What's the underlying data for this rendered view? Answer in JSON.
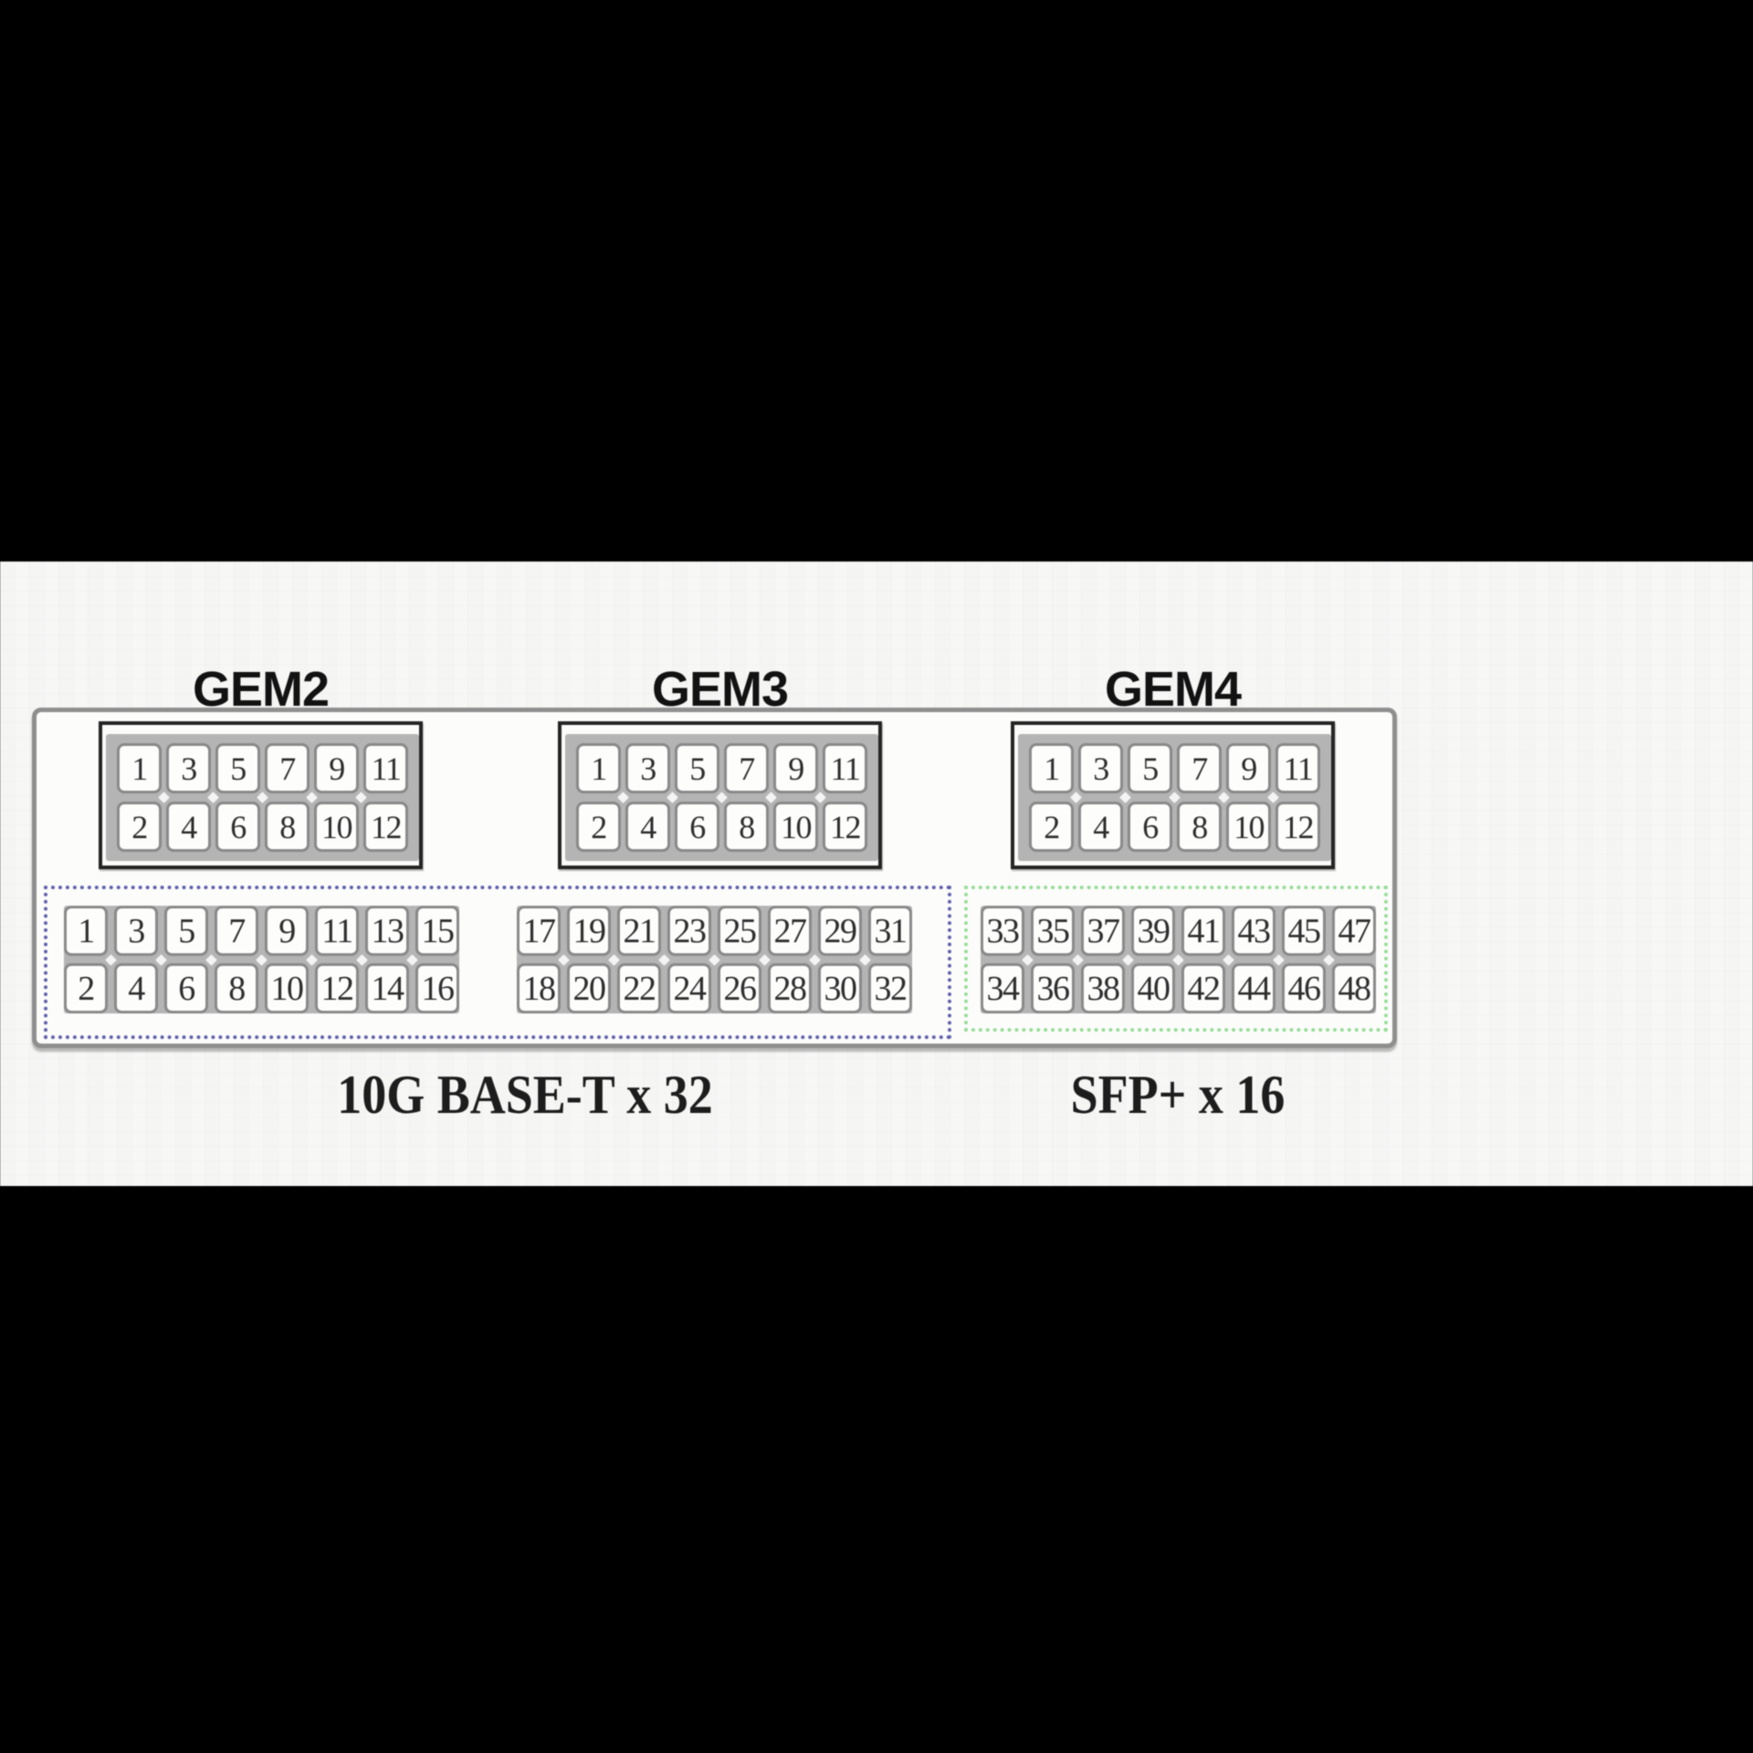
{
  "diagram": {
    "modules": [
      {
        "label": "GEM2",
        "top": [
          "1",
          "3",
          "5",
          "7",
          "9",
          "11"
        ],
        "bottom": [
          "2",
          "4",
          "6",
          "8",
          "10",
          "12"
        ]
      },
      {
        "label": "GEM3",
        "top": [
          "1",
          "3",
          "5",
          "7",
          "9",
          "11"
        ],
        "bottom": [
          "2",
          "4",
          "6",
          "8",
          "10",
          "12"
        ]
      },
      {
        "label": "GEM4",
        "top": [
          "1",
          "3",
          "5",
          "7",
          "9",
          "11"
        ],
        "bottom": [
          "2",
          "4",
          "6",
          "8",
          "10",
          "12"
        ]
      }
    ],
    "port_banks": [
      {
        "id": "baset-left",
        "top": [
          "1",
          "3",
          "5",
          "7",
          "9",
          "11",
          "13",
          "15"
        ],
        "bottom": [
          "2",
          "4",
          "6",
          "8",
          "10",
          "12",
          "14",
          "16"
        ]
      },
      {
        "id": "baset-right",
        "top": [
          "17",
          "19",
          "21",
          "23",
          "25",
          "27",
          "29",
          "31"
        ],
        "bottom": [
          "18",
          "20",
          "22",
          "24",
          "26",
          "28",
          "30",
          "32"
        ]
      },
      {
        "id": "sfp",
        "top": [
          "33",
          "35",
          "37",
          "39",
          "41",
          "43",
          "45",
          "47"
        ],
        "bottom": [
          "34",
          "36",
          "38",
          "40",
          "42",
          "44",
          "46",
          "48"
        ]
      }
    ],
    "sections": [
      {
        "label": "10G BASE-T x 32",
        "border_color": "#6161ad"
      },
      {
        "label": "SFP+ x 16",
        "border_color": "#97dd97"
      }
    ],
    "colors": {
      "page_background": "#000000",
      "band_background": "#f7f7f6",
      "panel_border": "#8f8f8f",
      "module_border": "#242424",
      "cell_border": "#898989",
      "gutter": "#b4b4b4",
      "digit": "#2e2e2e"
    }
  }
}
